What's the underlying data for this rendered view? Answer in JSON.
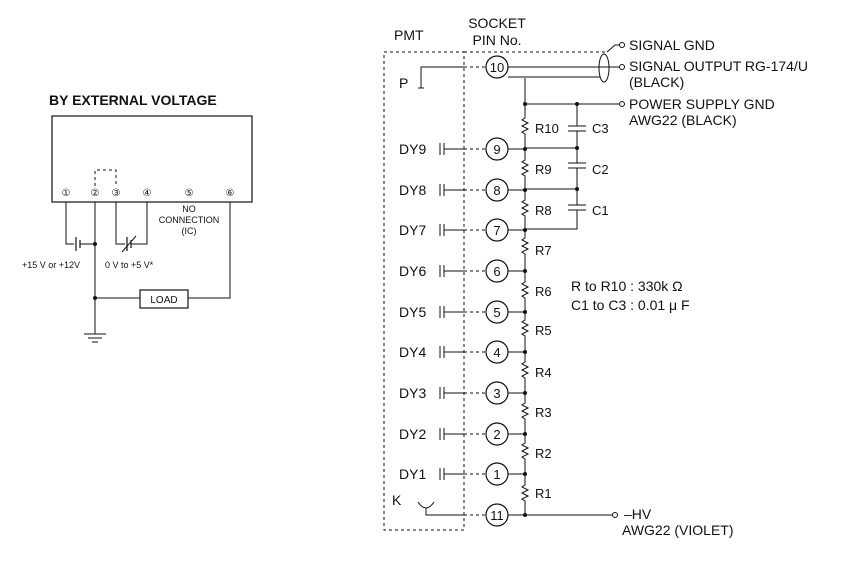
{
  "left": {
    "title": "BY EXTERNAL VOLTAGE",
    "pins": [
      "①",
      "②",
      "③",
      "④",
      "⑤",
      "⑥"
    ],
    "no_connection": [
      "NO",
      "CONNECTION",
      "(IC)"
    ],
    "supply1": "+15 V or +12V",
    "supply2": "0 V to +5 V*",
    "load": "LOAD"
  },
  "right": {
    "pmt": "PMT",
    "socket": "SOCKET",
    "pin_no": "PIN No.",
    "p": "P",
    "k": "K",
    "signal_gnd": "SIGNAL GND",
    "signal_output": "SIGNAL OUTPUT RG-174/U",
    "signal_output2": "(BLACK)",
    "power_gnd": "POWER SUPPLY GND",
    "power_gnd2": "AWG22 (BLACK)",
    "hv": "–HV",
    "hv2": "AWG22 (VIOLET)",
    "note1": "R to R10  : 330k Ω",
    "note2": "C1 to C3  : 0.01 μ F",
    "dynodes": [
      "DY9",
      "DY8",
      "DY7",
      "DY6",
      "DY5",
      "DY4",
      "DY3",
      "DY2",
      "DY1"
    ],
    "pin_labels": [
      "10",
      "9",
      "8",
      "7",
      "6",
      "5",
      "4",
      "3",
      "2",
      "1",
      "11"
    ],
    "resistors": [
      "R10",
      "R9",
      "R8",
      "R7",
      "R6",
      "R5",
      "R4",
      "R3",
      "R2",
      "R1"
    ],
    "capacitors": [
      "C3",
      "C2",
      "C1"
    ]
  }
}
